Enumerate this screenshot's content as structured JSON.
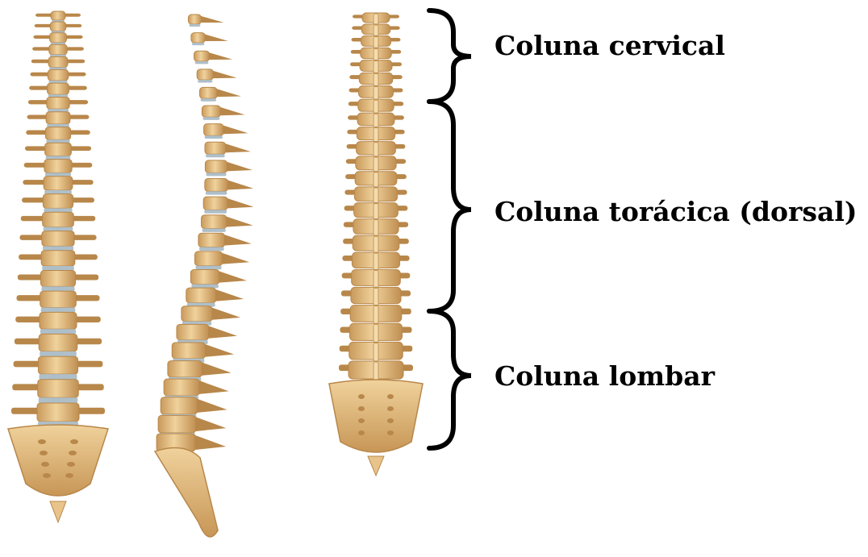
{
  "regions": [
    {
      "id": "cervical",
      "label": "Coluna cervical"
    },
    {
      "id": "thoracic",
      "label": "Coluna torácica (dorsal)"
    },
    {
      "id": "lumbar",
      "label": "Coluna lombar"
    }
  ],
  "colors": {
    "bone": "#e8c48a",
    "bone_light": "#f3dcae",
    "bone_shadow": "#b8874a",
    "disc": "#aebfc9",
    "bracket": "#000000",
    "text": "#000000"
  },
  "views": [
    "anterior-view",
    "lateral-view",
    "posterior-view"
  ]
}
